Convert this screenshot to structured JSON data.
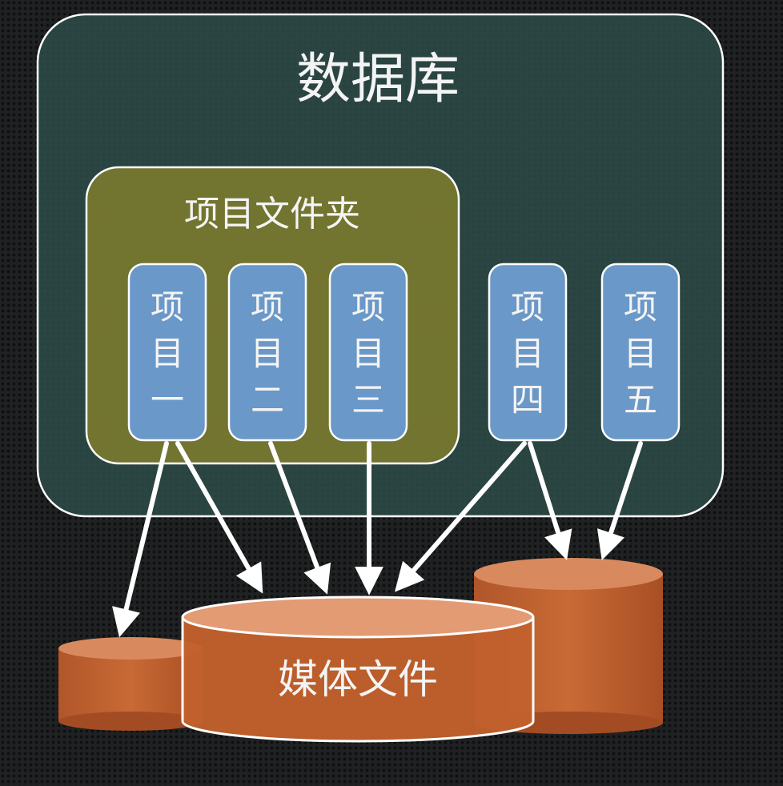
{
  "diagram": {
    "database_label": "数据库",
    "folder_label": "项目文件夹",
    "media_label": "媒体文件",
    "projects": [
      {
        "label": [
          "项",
          "目",
          "一"
        ]
      },
      {
        "label": [
          "项",
          "目",
          "二"
        ]
      },
      {
        "label": [
          "项",
          "目",
          "三"
        ]
      },
      {
        "label": [
          "项",
          "目",
          "四"
        ]
      },
      {
        "label": [
          "项",
          "目",
          "五"
        ]
      }
    ],
    "colors": {
      "database_fill": "#2c4a47",
      "folder_fill": "#7a7a2f",
      "project_fill": "#6a98c8",
      "cylinder_fill": "#c0622e",
      "outline": "#ffffff"
    }
  }
}
